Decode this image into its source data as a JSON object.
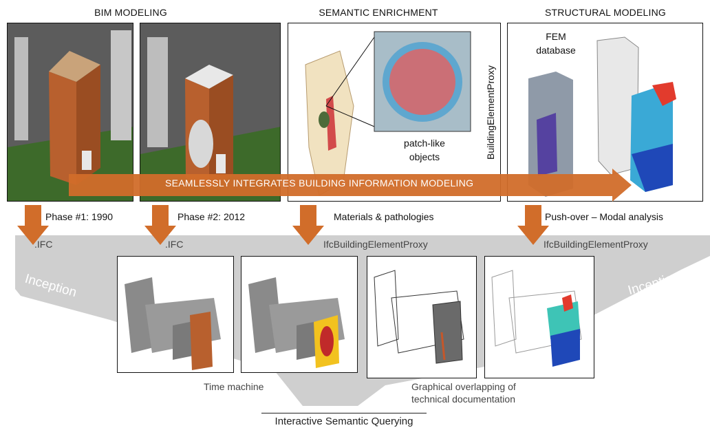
{
  "headers": {
    "bim": "BIM MODELING",
    "semantic": "SEMANTIC ENRICHMENT",
    "structural": "STRUCTURAL MODELING"
  },
  "panels": {
    "semantic_vertical_label": "BuildingElementProxy",
    "patch_label": "patch-like objects",
    "fem_label": "FEM database"
  },
  "banner": "SEAMLESSLY INTEGRATES BUILDING INFORMATION MODELING",
  "arrow_labels": {
    "phase1": "Phase #1: 1990",
    "phase2": "Phase #2: 2012",
    "materials": "Materials & pathologies",
    "pushover": "Push-over – Modal analysis"
  },
  "funnel_labels": {
    "ifc1": ".IFC",
    "ifc2": ".IFC",
    "proxy1": "IfcBuildingElementProxy",
    "proxy2": "IfcBuildingElementProxy",
    "inception_left": "Inception",
    "inception_right": "Inception"
  },
  "captions": {
    "time_machine": "Time machine",
    "overlap_line1": "Graphical overlapping of",
    "overlap_line2": "technical documentation",
    "querying": "Interactive Semantic Querying"
  },
  "colors": {
    "arrow": "#d16d2a",
    "funnel": "#cfcfcf",
    "brick": "#b8602e"
  }
}
